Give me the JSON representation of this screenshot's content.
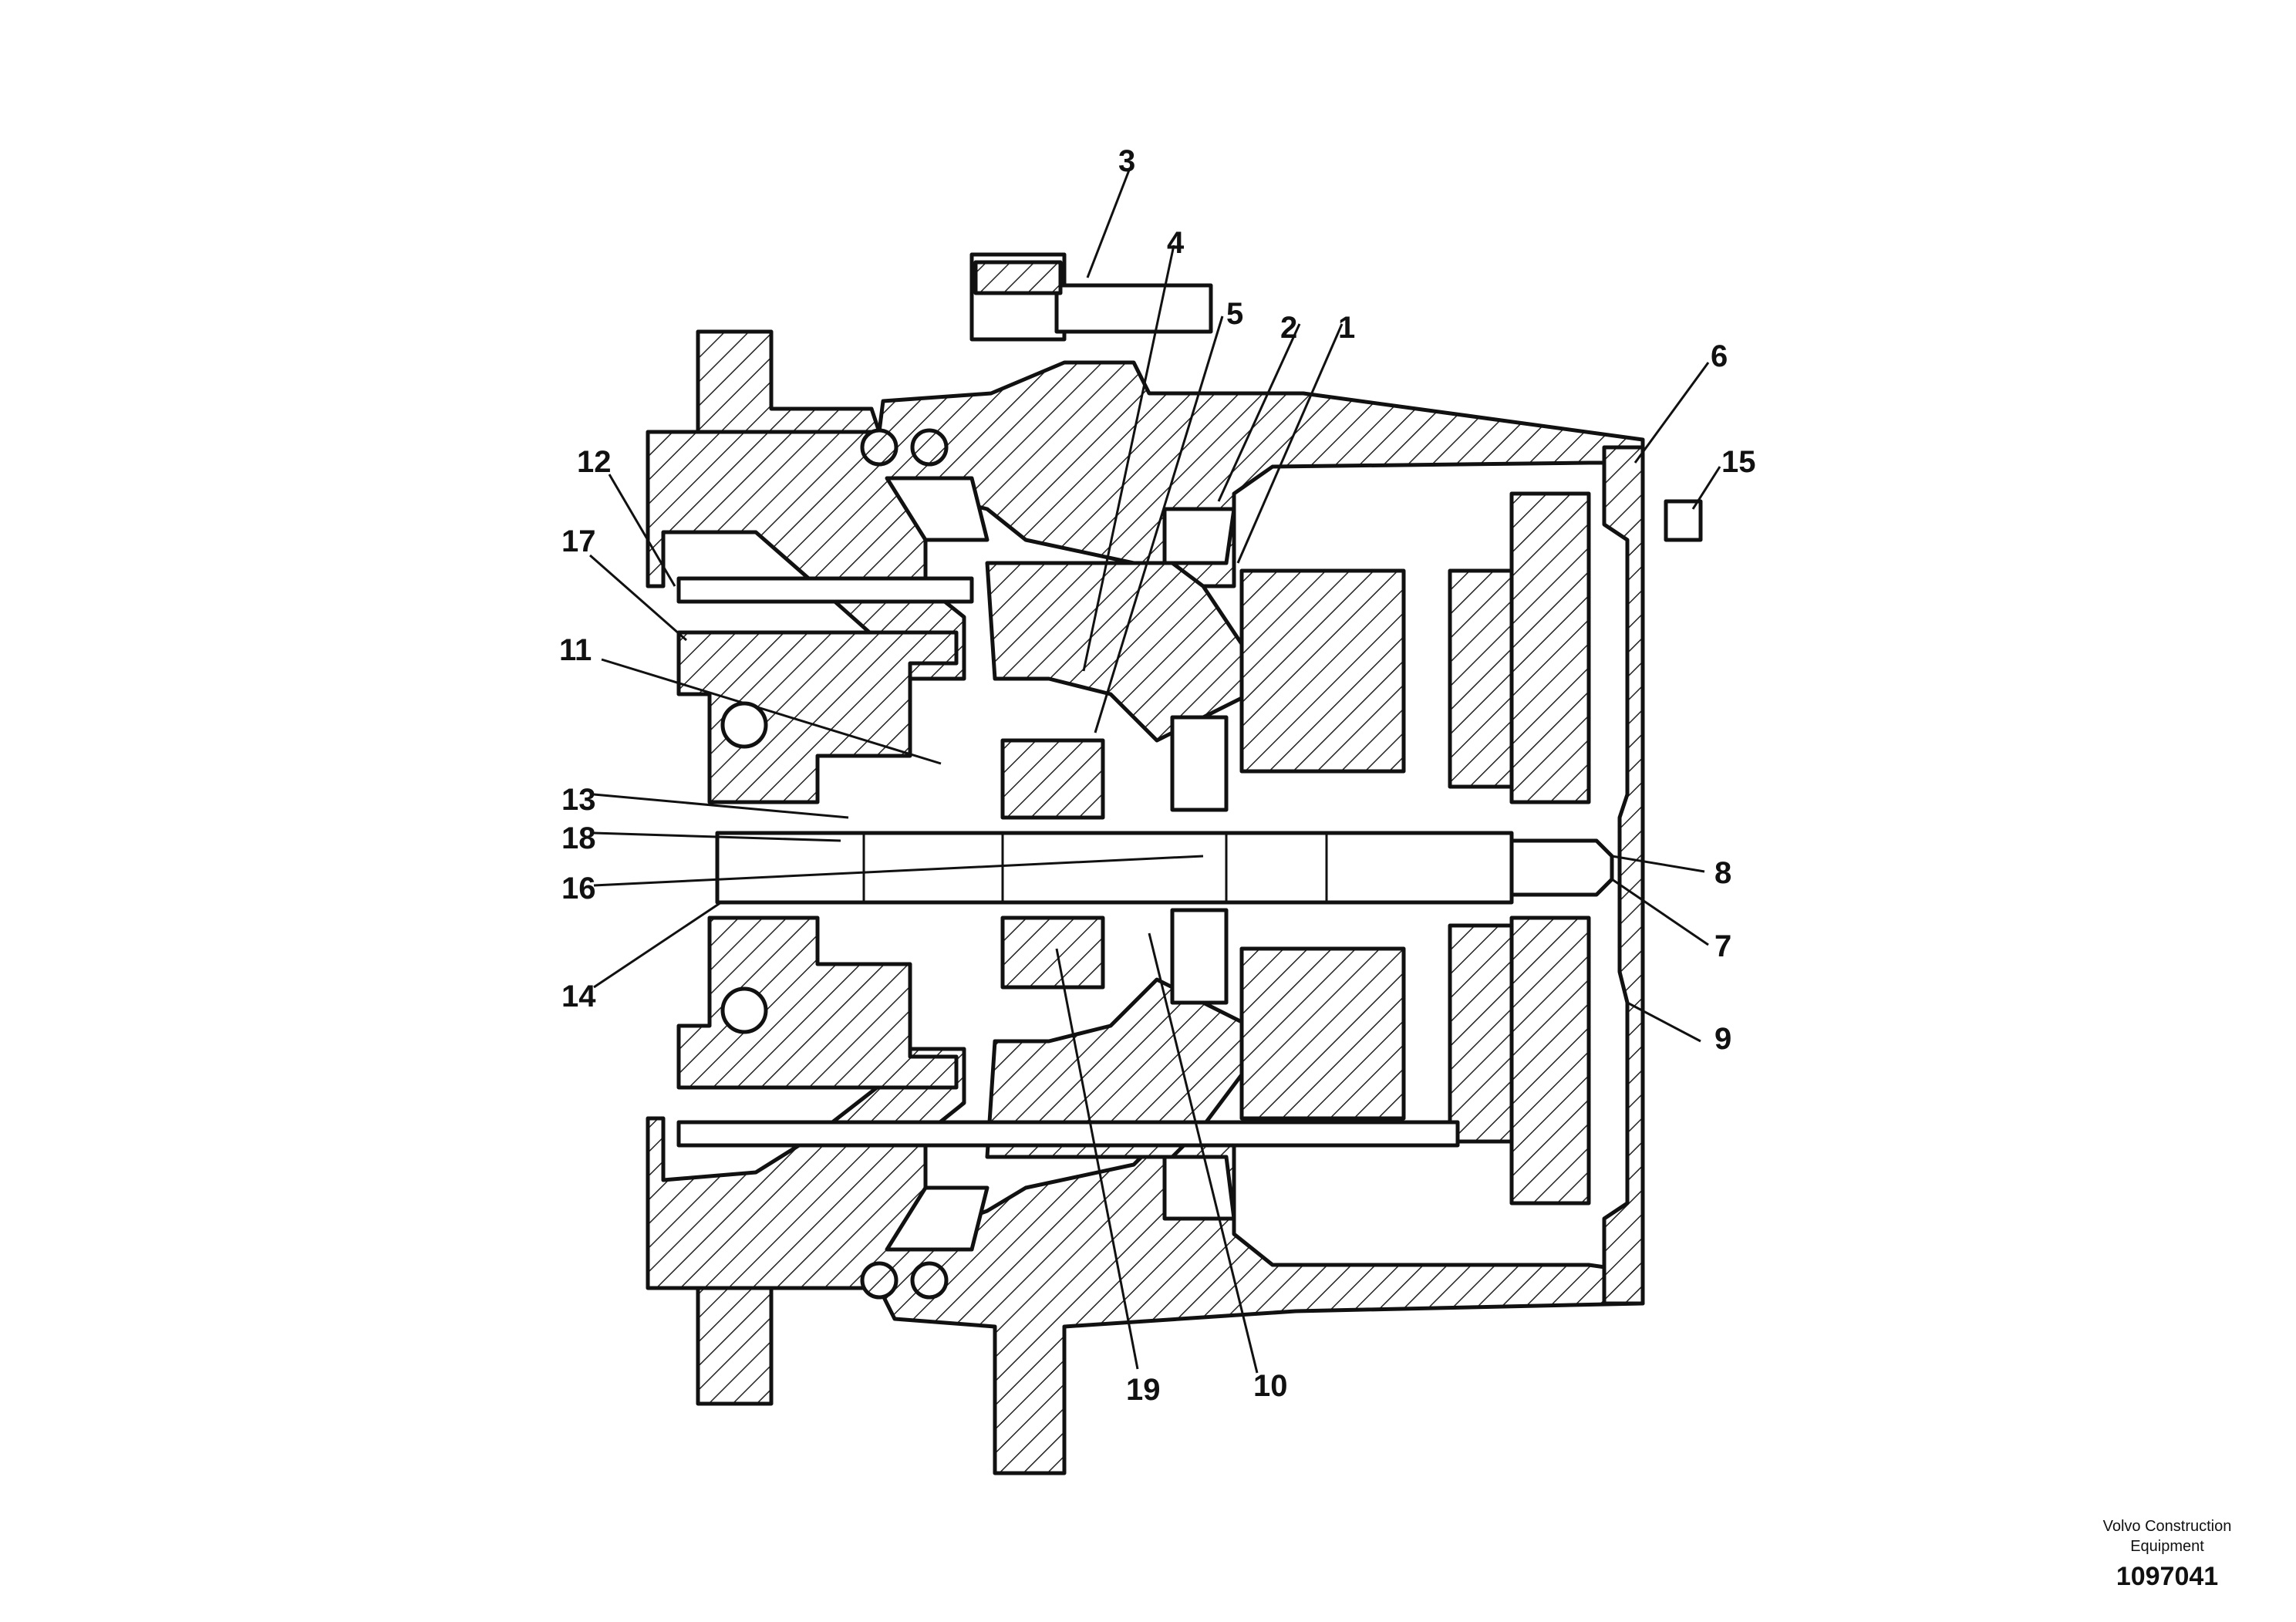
{
  "callouts": [
    "1",
    "2",
    "3",
    "4",
    "5",
    "6",
    "7",
    "8",
    "9",
    "10",
    "11",
    "12",
    "13",
    "14",
    "15",
    "16",
    "17",
    "18",
    "19"
  ],
  "footer": {
    "brand_line1": "Volvo Construction",
    "brand_line2": "Equipment",
    "doc_number": "1097041"
  }
}
